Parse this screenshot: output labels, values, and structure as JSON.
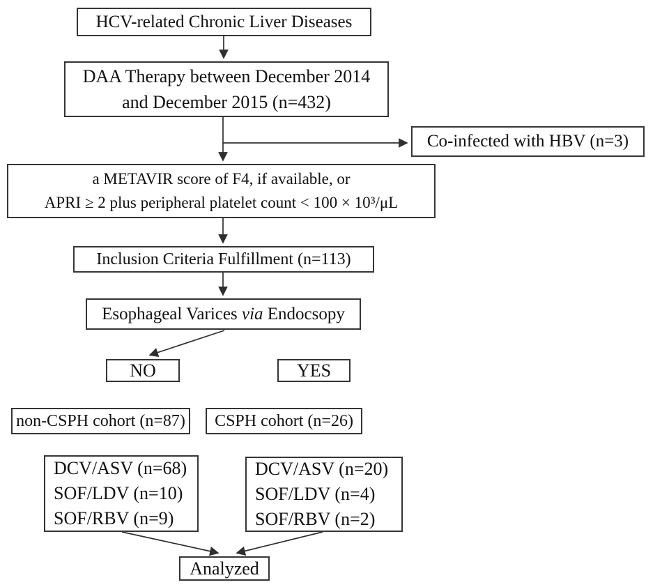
{
  "colors": {
    "background": "#ffffff",
    "box_border": "#353535",
    "text": "#111111",
    "arrow": "#2f2f2f"
  },
  "nodes": {
    "hcv": {
      "text": "HCV-related Chronic Liver Diseases"
    },
    "daa": {
      "lines": [
        "DAA Therapy between December 2014",
        "and December 2015 (n=432)"
      ]
    },
    "hbv": {
      "text": "Co-infected with HBV (n=3)"
    },
    "metavir": {
      "lines": [
        "a METAVIR score of F4, if available, or",
        "APRI ≥ 2 plus peripheral platelet count < 100 × 10³/μL"
      ]
    },
    "inclusion": {
      "text": "Inclusion Criteria Fulfillment (n=113)"
    },
    "varices": {
      "prefix": "Esophageal Varices",
      "italic": "via",
      "suffix": "Endocsopy"
    },
    "no": {
      "text": "NO"
    },
    "yes": {
      "text": "YES"
    },
    "non_csph": {
      "text": "non-CSPH cohort (n=87)"
    },
    "csph": {
      "text": "CSPH cohort (n=26)"
    },
    "tx_non_csph": {
      "lines": [
        "DCV/ASV (n=68)",
        "SOF/LDV (n=10)",
        "SOF/RBV (n=9)"
      ]
    },
    "tx_csph": {
      "lines": [
        "DCV/ASV (n=20)",
        "SOF/LDV (n=4)",
        "SOF/RBV (n=2)"
      ]
    },
    "analyzed": {
      "text": "Analyzed"
    }
  }
}
